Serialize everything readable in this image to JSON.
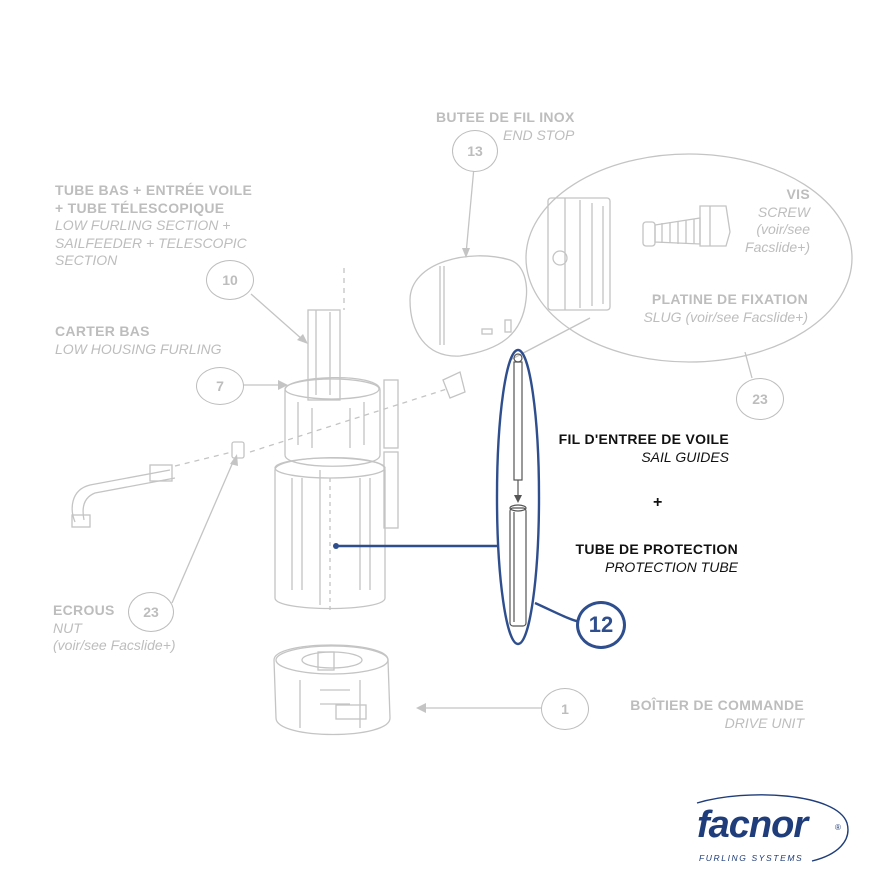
{
  "labels": {
    "end_stop": {
      "fr": "BUTEE DE FIL INOX",
      "en": "END STOP"
    },
    "low_furling": {
      "fr1": "TUBE BAS + ENTRÉE VOILE",
      "fr2": "+ TUBE TÉLESCOPIQUE",
      "en1": "LOW FURLING SECTION +",
      "en2": "SAILFEEDER + TELESCOPIC",
      "en3": "SECTION"
    },
    "screw": {
      "fr": "VIS",
      "en1": "SCREW",
      "en2": "(voir/see",
      "en3": "Facslide+)"
    },
    "slug": {
      "fr": "PLATINE DE FIXATION",
      "en": "SLUG (voir/see Facslide+)"
    },
    "housing": {
      "fr": "CARTER BAS",
      "en": "LOW HOUSING FURLING"
    },
    "sail_guides": {
      "fr": "FIL D'ENTREE DE VOILE",
      "en": "SAIL GUIDES"
    },
    "plus": "+",
    "protection_tube": {
      "fr": "TUBE DE PROTECTION",
      "en": "PROTECTION TUBE"
    },
    "nut": {
      "fr": "ECROUS",
      "en1": "NUT",
      "en2": "(voir/see Facslide+)"
    },
    "drive_unit": {
      "fr": "BOÎTIER DE COMMANDE",
      "en": "DRIVE UNIT"
    }
  },
  "bubbles": {
    "end_stop": "13",
    "low_furling": "10",
    "housing": "7",
    "screw_slug": "23",
    "nut": "23",
    "highlight": "12",
    "drive_unit": "1"
  },
  "logo": {
    "name": "facnor",
    "registered": "®",
    "tagline": "FURLING SYSTEMS"
  },
  "colors": {
    "highlight": "#2e4e8e",
    "faded": "#bdbdbd",
    "brand": "#1f3d7a"
  }
}
